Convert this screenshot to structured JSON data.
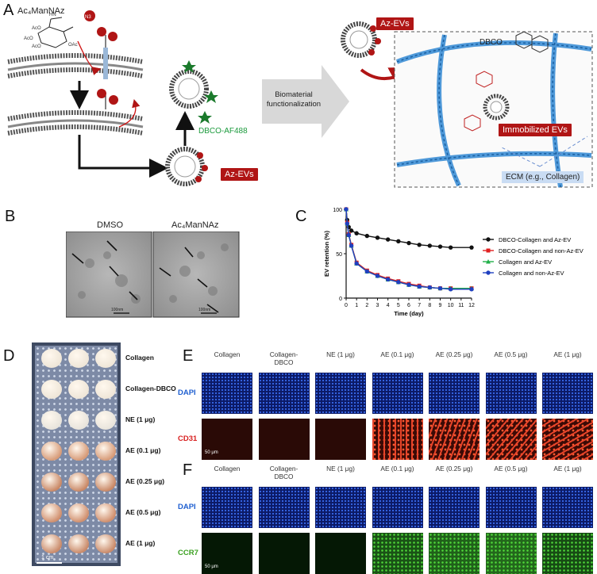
{
  "panels": {
    "a": "A",
    "b": "B",
    "c": "C",
    "d": "D",
    "e": "E",
    "f": "F"
  },
  "panel_a": {
    "compound": "Ac₄ManNAz",
    "az_evs_label": "Az-EVs",
    "az_evs_top_label": "Az-EVs",
    "dye_label": "DBCO-AF488",
    "arrow_text": "Biomaterial\nfunctionalization",
    "dbco_label": "DBCO",
    "immobilized_label": "Immobilized EVs",
    "ecm_label": "ECM (e.g., Collagen)",
    "azide_tag": "N₃",
    "colors": {
      "tag_red": "#b01515",
      "dye_green": "#1b9a3c",
      "ecm_blue": "#3d8fd6",
      "ecm_box_bg": "#c9dcf3"
    }
  },
  "panel_b": {
    "headers": [
      "DMSO",
      "Ac₄ManNAz"
    ],
    "scale_bars": [
      "100nm",
      "100nm"
    ]
  },
  "panel_c": {
    "chart_data": {
      "type": "line",
      "xlabel": "Time  (day)",
      "ylabel": "EV retention (%)",
      "xlim": [
        0,
        12
      ],
      "ylim": [
        0,
        100
      ],
      "x_ticks": [
        "0",
        "1",
        "2",
        "3",
        "4",
        "5",
        "6",
        "7",
        "8",
        "9",
        "10",
        "11",
        "12"
      ],
      "y_ticks": [
        "0",
        "50",
        "100"
      ],
      "x": [
        0,
        0.1,
        0.25,
        0.5,
        1,
        2,
        3,
        4,
        5,
        6,
        7,
        8,
        9,
        10,
        12
      ],
      "series": [
        {
          "name": "DBCO-Collagen and Az-EV",
          "color": "#111111",
          "marker": "circle",
          "values": [
            100,
            88,
            80,
            76,
            73,
            70,
            68,
            66,
            64,
            62,
            60,
            59,
            58,
            57,
            57
          ]
        },
        {
          "name": "DBCO-Collagen and non-Az-EV",
          "color": "#e02020",
          "marker": "square",
          "values": [
            100,
            85,
            72,
            60,
            40,
            31,
            26,
            22,
            19,
            16,
            14,
            12,
            11,
            11,
            11
          ]
        },
        {
          "name": "Collagen and Az-EV",
          "color": "#22b04a",
          "marker": "triangle",
          "values": [
            100,
            84,
            71,
            59,
            39,
            30,
            25,
            21,
            18,
            15,
            13,
            12,
            11,
            11,
            11
          ]
        },
        {
          "name": "Collagen and non-Az-EV",
          "color": "#2040c0",
          "marker": "circle",
          "values": [
            100,
            84,
            71,
            59,
            39,
            30,
            25,
            21,
            18,
            15,
            13,
            12,
            11,
            10,
            10
          ]
        }
      ],
      "legend_position": "right"
    }
  },
  "panel_d": {
    "rows": [
      "Collagen",
      "Collagen-DBCO",
      "NE (1 μg)",
      "AE (0.1 μg)",
      "AE (0.25 μg)",
      "AE (0.5 μg)",
      "AE (1 μg)"
    ],
    "scale": "1 cm"
  },
  "panel_e": {
    "columns": [
      "Collagen",
      "Collagen-\nDBCO",
      "NE (1 μg)",
      "AE (0.1 μg)",
      "AE (0.25 μg)",
      "AE (0.5 μg)",
      "AE (1 μg)"
    ],
    "rows": [
      "DAPI",
      "CD31"
    ],
    "scale": "50 μm",
    "row_colors": {
      "DAPI": "#1f5fd0",
      "CD31": "#d82020"
    }
  },
  "panel_f": {
    "columns": [
      "Collagen",
      "Collagen-\nDBCO",
      "NE (1 μg)",
      "AE (0.1 μg)",
      "AE (0.25 μg)",
      "AE (0.5 μg)",
      "AE (1 μg)"
    ],
    "rows": [
      "DAPI",
      "CCR7"
    ],
    "scale": "50 μm",
    "row_colors": {
      "DAPI": "#1f5fd0",
      "CCR7": "#3aa020"
    }
  }
}
